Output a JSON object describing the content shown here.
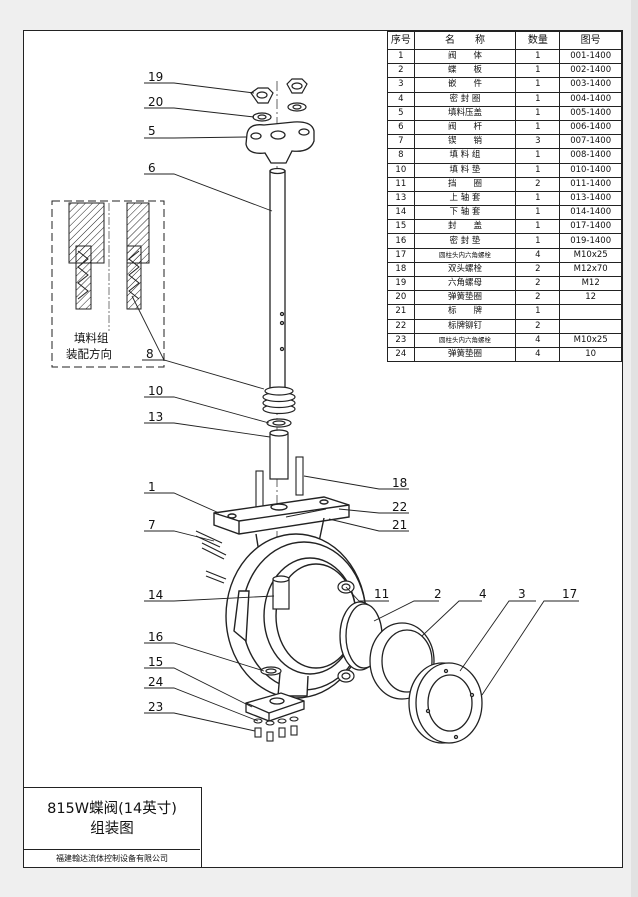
{
  "table": {
    "headers": [
      "序号",
      "名　　称",
      "数量",
      "图号"
    ],
    "rows": [
      [
        "1",
        "阀　　体",
        "1",
        "001-1400"
      ],
      [
        "2",
        "蝶　　板",
        "1",
        "002-1400"
      ],
      [
        "3",
        "嵌　　件",
        "1",
        "003-1400"
      ],
      [
        "4",
        "密 封 圈",
        "1",
        "004-1400"
      ],
      [
        "5",
        "填料压盖",
        "1",
        "005-1400"
      ],
      [
        "6",
        "阀　　杆",
        "1",
        "006-1400"
      ],
      [
        "7",
        "锲　　销",
        "3",
        "007-1400"
      ],
      [
        "8",
        "填 料 组",
        "1",
        "008-1400"
      ],
      [
        "10",
        "填 料 垫",
        "1",
        "010-1400"
      ],
      [
        "11",
        "挡　　圈",
        "2",
        "011-1400"
      ],
      [
        "13",
        "上 轴 套",
        "1",
        "013-1400"
      ],
      [
        "14",
        "下 轴 套",
        "1",
        "014-1400"
      ],
      [
        "15",
        "封　　盖",
        "1",
        "017-1400"
      ],
      [
        "16",
        "密 封 垫",
        "1",
        "019-1400"
      ],
      [
        "17",
        "圆柱头内六角螺栓",
        "4",
        "M10x25"
      ],
      [
        "18",
        "双头螺栓",
        "2",
        "M12x70"
      ],
      [
        "19",
        "六角螺母",
        "2",
        "M12"
      ],
      [
        "20",
        "弹簧垫圈",
        "2",
        "12"
      ],
      [
        "21",
        "标　　牌",
        "1",
        ""
      ],
      [
        "22",
        "标牌铆钉",
        "2",
        ""
      ],
      [
        "23",
        "圆柱头内六角螺栓",
        "4",
        "M10x25"
      ],
      [
        "24",
        "弹簧垫圈",
        "4",
        "10"
      ]
    ]
  },
  "title_block": {
    "title_line1": "815W蝶阀(14英寸)",
    "title_line2": "组装图",
    "company": "福建翰达流体控制设备有限公司"
  },
  "detail_note": {
    "line1": "填料组",
    "line2": "装配方向"
  },
  "callouts": [
    "19",
    "20",
    "5",
    "6",
    "8",
    "10",
    "13",
    "1",
    "7",
    "14",
    "16",
    "15",
    "24",
    "23",
    "18",
    "22",
    "21",
    "11",
    "2",
    "4",
    "3",
    "17"
  ]
}
